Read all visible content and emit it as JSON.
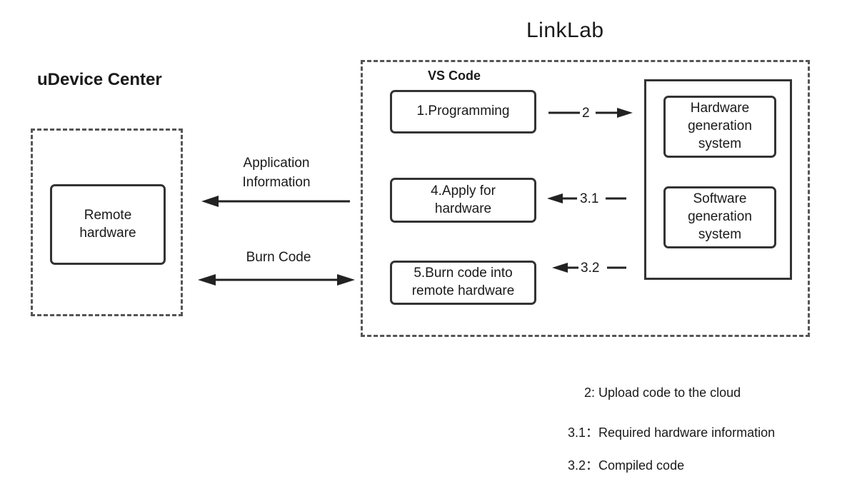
{
  "linklab": {
    "title": "LinkLab",
    "section": "VS Code"
  },
  "udevice": {
    "title": "uDevice Center",
    "remote": "Remote\nhardware"
  },
  "steps": {
    "programming": "1.Programming",
    "apply": "4.Apply for\nhardware",
    "burn": "5.Burn code into\nremote hardware"
  },
  "systems": {
    "hardware": "Hardware\ngeneration\nsystem",
    "software": "Software\ngeneration\nsystem"
  },
  "arrows": {
    "a2": "2",
    "a31": "3.1",
    "a32": "3.2",
    "app_info": "Application\nInformation",
    "burn_code": "Burn Code"
  },
  "legend": [
    "2: Upload code to the cloud",
    "3.1：Required hardware information",
    "3.2：Compiled code"
  ]
}
